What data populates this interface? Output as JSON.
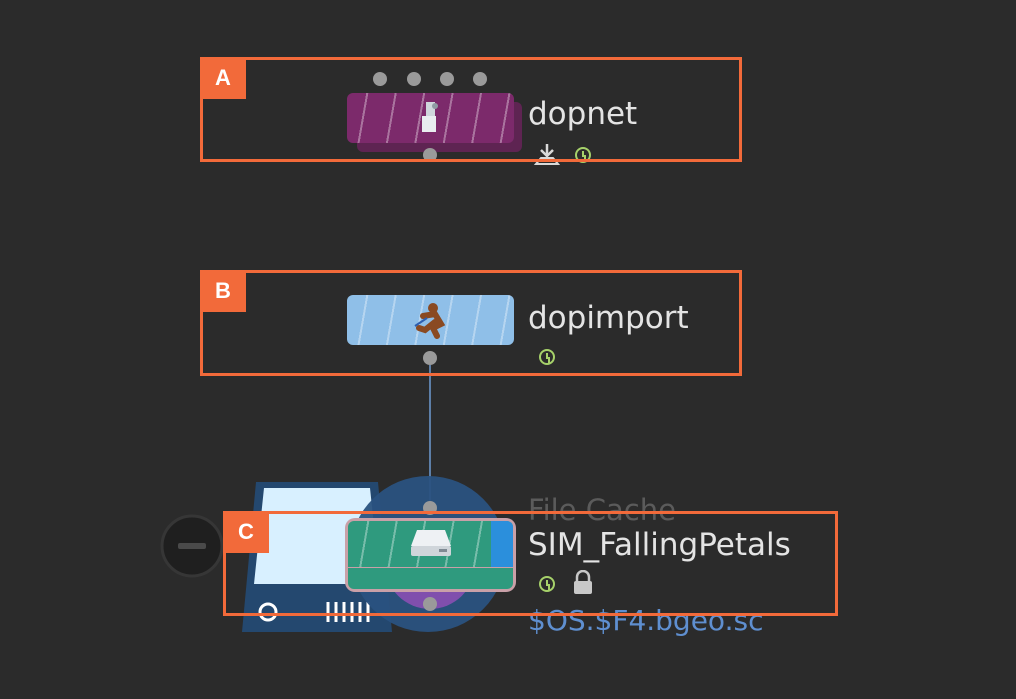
{
  "callouts": [
    "A",
    "B",
    "C"
  ],
  "nodes": {
    "dopnet": {
      "name": "dopnet",
      "color": "#7c2a6b",
      "icon": "dop-network-icon"
    },
    "dopimport": {
      "name": "dopimport",
      "color": "#8fbfe8",
      "icon": "running-figure-icon"
    },
    "filecache": {
      "type_label": "File Cache",
      "name": "SIM_FallingPetals",
      "path": "$OS.$F4.bgeo.sc",
      "color": "#2f9a7e",
      "icon": "disk-drive-icon"
    }
  },
  "colors": {
    "background": "#2b2b2b",
    "callout": "#f26a3a",
    "status_green": "#a6d16a",
    "path_blue": "#5f8fd0"
  }
}
